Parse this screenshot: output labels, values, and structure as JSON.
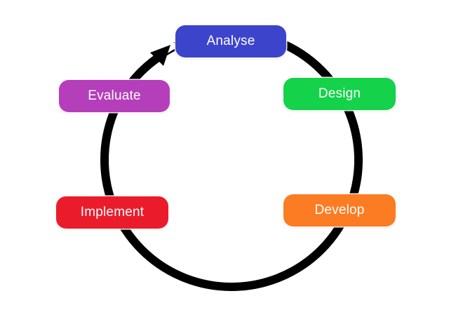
{
  "diagram": {
    "type": "cycle",
    "ring_color": "#000000",
    "stages": [
      {
        "label": "Analyse",
        "color": "#3d44cc"
      },
      {
        "label": "Design",
        "color": "#14d24a"
      },
      {
        "label": "Develop",
        "color": "#fb7c23"
      },
      {
        "label": "Implement",
        "color": "#ea1c2c"
      },
      {
        "label": "Evaluate",
        "color": "#b53ebb"
      }
    ]
  }
}
